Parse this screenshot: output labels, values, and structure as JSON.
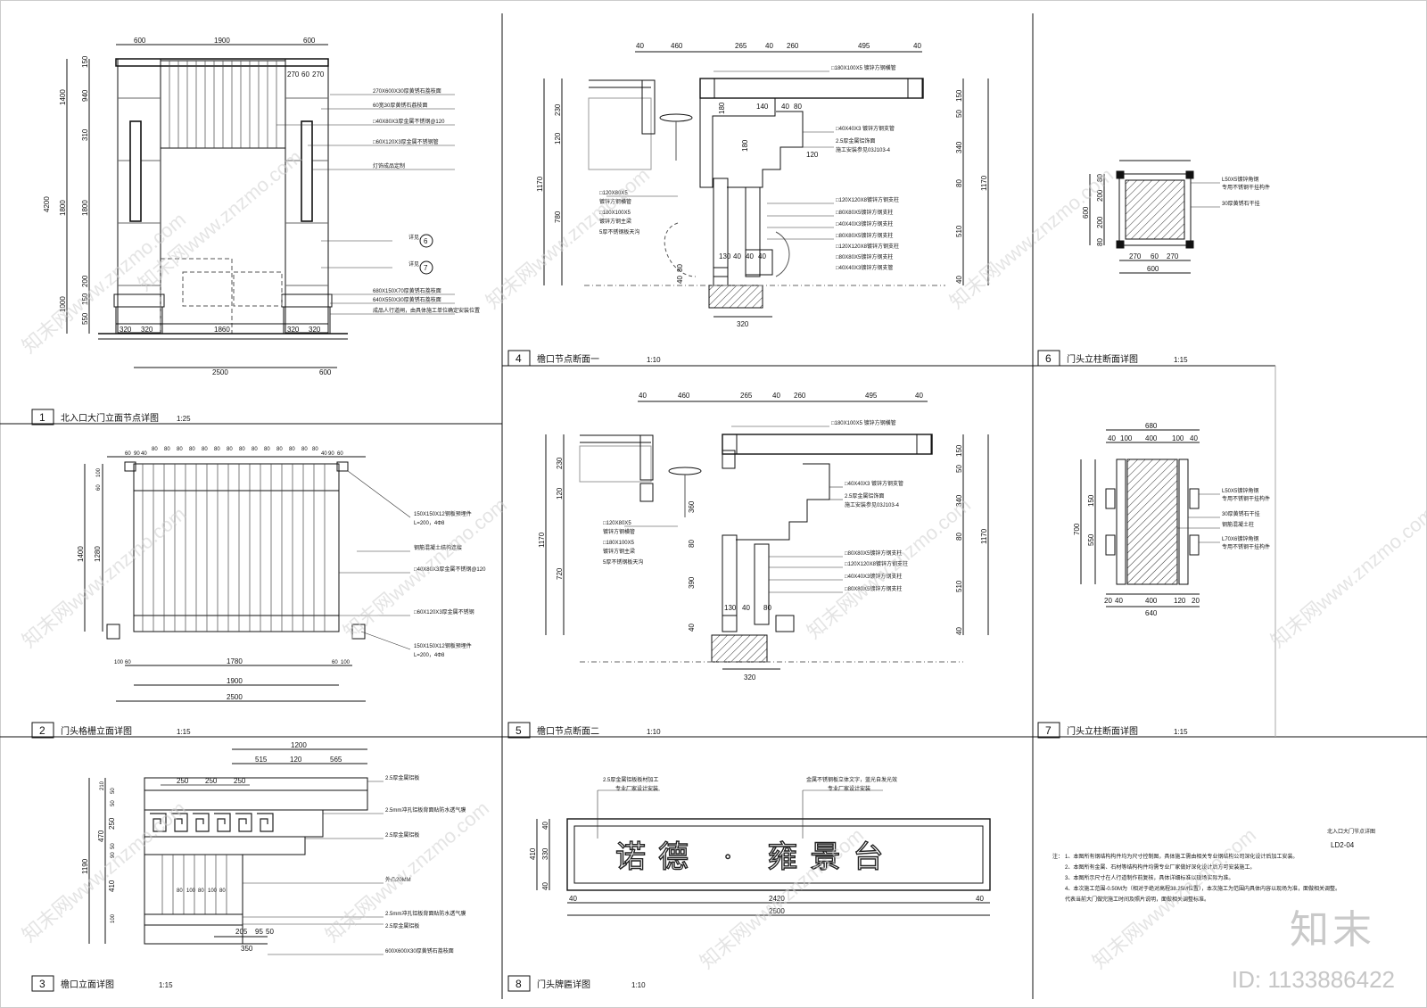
{
  "panels": [
    {
      "num": "1",
      "title": "北入口大门立面节点详图",
      "scale": "1:25"
    },
    {
      "num": "2",
      "title": "门头格栅立面详图",
      "scale": "1:15"
    },
    {
      "num": "3",
      "title": "檐口立面详图",
      "scale": "1:15"
    },
    {
      "num": "4",
      "title": "檐口节点断面一",
      "scale": "1:10"
    },
    {
      "num": "5",
      "title": "檐口节点断面二",
      "scale": "1:10"
    },
    {
      "num": "6",
      "title": "门头立柱断面详图",
      "scale": "1:15"
    },
    {
      "num": "7",
      "title": "门头立柱断面详图",
      "scale": "1:15"
    },
    {
      "num": "8",
      "title": "门头牌匾详图",
      "scale": "1:10"
    }
  ],
  "p1": {
    "top_dims": [
      "600",
      "1900",
      "600"
    ],
    "sub_dims": [
      "270",
      "60",
      "270"
    ],
    "left_dims": [
      "150",
      "940",
      "310",
      "1800",
      "1000",
      "200",
      "150",
      "550"
    ],
    "outer_dims": [
      "1400",
      "4200",
      "1800",
      "1000"
    ],
    "bottom_dims": [
      "320",
      "320",
      "1860",
      "320",
      "320"
    ],
    "base_dims": [
      "2500",
      "600"
    ],
    "notes": [
      "270X600X30厚黄锈石荔枝面",
      "60宽30厚黄锈石荔枝面",
      "□40X80X3厚金属不锈钢@120",
      "□60X120X3厚金属不锈钢管",
      "灯饰成品定制",
      "680X150X70厚黄锈石荔枝面",
      "640X550X30厚黄锈石荔枝面",
      "成品人行道闸，由具体施工单位确定安装位置"
    ],
    "callouts": [
      "详见",
      "6",
      "详见",
      "7"
    ]
  },
  "p2": {
    "top_dims": [
      "60",
      "90",
      "40",
      "80",
      "80",
      "80",
      "80",
      "80",
      "80",
      "80",
      "80",
      "80",
      "80",
      "80",
      "80",
      "80",
      "80",
      "40",
      "90",
      "60"
    ],
    "left_dims": [
      "100",
      "60",
      "1400",
      "1280",
      "1780",
      "1900",
      "2500",
      "100",
      "60",
      "60",
      "100"
    ],
    "notes": [
      "150X150X12钢板预埋件",
      "L=200，4Φ8",
      "钢筋混凝土结构连接",
      "□40X80X3厚金属不锈钢@120",
      "□60X120X3厚金属不锈钢",
      "150X150X12钢板预埋件",
      "L=200，4Φ8"
    ]
  },
  "p3": {
    "top_dims": [
      "1200",
      "515",
      "120",
      "565"
    ],
    "row_dims": [
      "250",
      "250",
      "250"
    ],
    "left_dims": [
      "210",
      "50",
      "50",
      "470",
      "250",
      "50",
      "90",
      "1190",
      "410",
      "100"
    ],
    "small_dims": [
      "80",
      "100",
      "80",
      "100",
      "80"
    ],
    "bottom_dims": [
      "205",
      "95",
      "50",
      "350"
    ],
    "notes": [
      "2.5厚金属铝板",
      "2.5mm冲孔铝板背面贴防水透气膜",
      "2.5厚金属铝板",
      "外凸20MM",
      "2.5mm冲孔铝板背面贴防水透气膜",
      "2.5厚金属铝板",
      "600X600X30厚黄锈石荔枝面"
    ]
  },
  "p4": {
    "top_dims": [
      "40",
      "460",
      "265",
      "40",
      "260",
      "495",
      "40"
    ],
    "left_dims": [
      "230",
      "120",
      "1170",
      "780",
      "130"
    ],
    "inner_dims": [
      "140",
      "40",
      "80",
      "180",
      "180",
      "120",
      "130",
      "40",
      "40",
      "40",
      "80",
      "40",
      "320"
    ],
    "right_dims": [
      "150",
      "50",
      "340",
      "80",
      "1170",
      "510",
      "40"
    ],
    "notes": [
      "□180X100X5 镀锌方钢横管",
      "□40X40X3 镀锌方钢支管",
      "2.5厚金属铝饰面",
      "施工安装参见03J103-4",
      "□120X80X5",
      "镀锌方钢横管",
      "□120X120X8镀锌方钢支柱",
      "□80X80X5镀锌方钢支柱",
      "□40X40X3镀锌方钢支柱",
      "□80X80X5镀锌方钢支柱",
      "□120X120X8镀锌方钢支柱",
      "□180X100X5",
      "镀锌方钢主梁",
      "5厚不锈钢板天沟",
      "□80X80X5镀锌方钢支柱",
      "□40X40X3镀锌方钢支管"
    ]
  },
  "p5": {
    "top_dims": [
      "40",
      "460",
      "265",
      "40",
      "260",
      "495",
      "40"
    ],
    "left_dims": [
      "230",
      "120",
      "1170",
      "720",
      "390",
      "80",
      "360"
    ],
    "inner_dims": [
      "130",
      "40",
      "80",
      "40",
      "320"
    ],
    "right_dims": [
      "150",
      "50",
      "340",
      "80",
      "1170",
      "510",
      "40"
    ],
    "notes": [
      "□180X100X5 镀锌方钢横管",
      "□40X40X3 镀锌方钢支管",
      "2.5厚金属铝饰面",
      "施工安装参见03J103-4",
      "□120X80X5",
      "镀锌方钢横管",
      "□180X100X5",
      "镀锌方钢主梁",
      "5厚不锈钢板天沟",
      "□80X80X5镀锌方钢支柱",
      "□120X120X8镀锌方钢支柱",
      "□40X40X3镀锌方钢支柱",
      "□80X80X5镀锌方钢支柱"
    ]
  },
  "p6": {
    "dims": [
      "600",
      "80",
      "200",
      "200",
      "80",
      "270",
      "60",
      "270",
      "600"
    ],
    "notes": [
      "L50X5镀锌角钢",
      "专用不锈钢干挂构件",
      "30厚黄锈石干挂"
    ]
  },
  "p7": {
    "dims": [
      "680",
      "40",
      "100",
      "400",
      "100",
      "40",
      "150",
      "700",
      "550",
      "20",
      "40",
      "400",
      "120",
      "20",
      "640"
    ],
    "notes": [
      "L50X5镀锌角钢",
      "专用不锈钢干挂构件",
      "30厚黄锈石干挂",
      "钢筋混凝土柱",
      "L70X6镀锌角钢",
      "专用不锈钢干挂构件"
    ]
  },
  "p8": {
    "dims": [
      "40",
      "330",
      "410",
      "40",
      "40",
      "2420",
      "40",
      "2500"
    ],
    "notes": [
      "2.5厚金属铝板板材加工",
      "专业厂家设计安装",
      "金属不锈钢板立体文字，蓝光自发光效",
      "专业厂家设计安装"
    ],
    "sign_text": "诺德 · 雍景台"
  },
  "info": {
    "drawing_title": "北入口大门节点详图",
    "drawing_no": "LD2-04",
    "notes_head": "注：",
    "notes": [
      "1、本图所有钢结构构件均为尺寸控制图，具体施工需由相关专业钢结构公司深化设计后加工安装。",
      "2、本图所有金属、石材等结构构件均需专业厂家做好深化设计后方可安装施工。",
      "3、本图所示尺寸在人行道制作前复核，具体详细标准以现场实际为准。",
      "4、本次施工范围-0.50M为（相对于绝对高程38.25M位置），本次施工为范围内具体内容以现场为准，面做相关调整。",
      "代表当前大门做完施工时间及照片说明，面做相关调整标准。"
    ]
  },
  "watermark": {
    "site": "知末网www.znzmo.com",
    "brand": "知末",
    "id": "ID: 1133886422"
  }
}
